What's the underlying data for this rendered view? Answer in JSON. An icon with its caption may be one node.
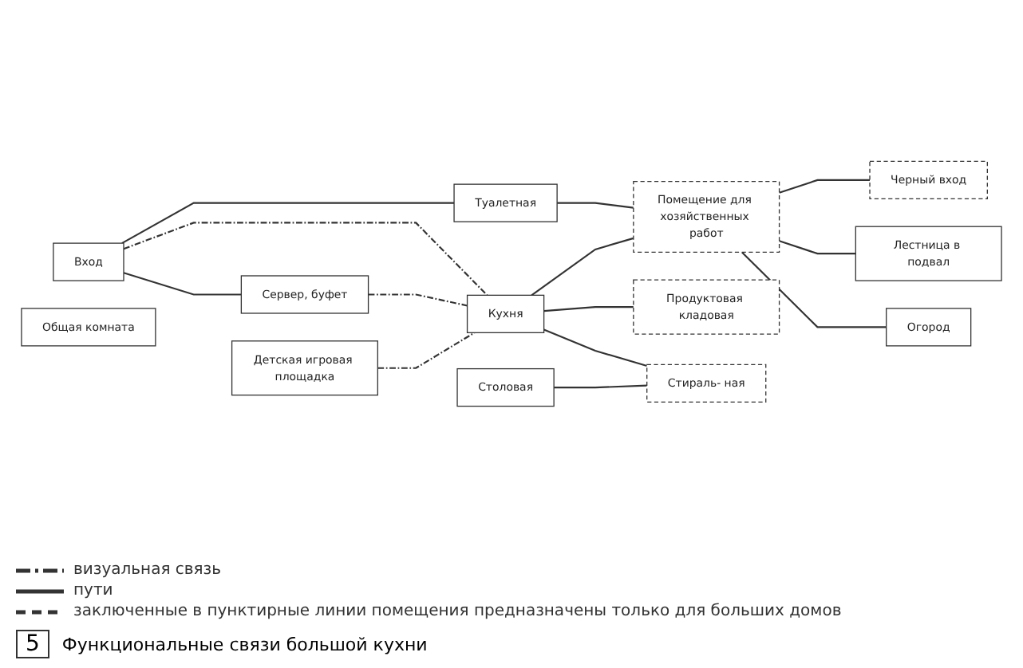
{
  "diagram": {
    "caption": "Функциональные связи большой кухни",
    "nodes": [
      {
        "text": [
          "Вход"
        ]
      },
      {
        "text": [
          "Туалетная"
        ]
      },
      {
        "text": [
          "Помещение для хозяйственных работ"
        ]
      },
      {
        "text": [
          "Черный вход"
        ]
      },
      {
        "text": [
          "Сервер, буфет"
        ]
      },
      {
        "text": [
          "Кухня"
        ]
      },
      {
        "text": [
          "Продуктовая кладовая"
        ]
      },
      {
        "text": [
          "Лестница в подвал"
        ]
      },
      {
        "text": [
          "Детская игровая площадка"
        ]
      },
      {
        "text": [
          "Столовая"
        ]
      },
      {
        "text": [
          "Общая комната"
        ]
      },
      {
        "text": [
          "Стираль- ная"
        ]
      },
      {
        "text": [
          "Огород"
        ]
      }
    ],
    "edges": [
      {
        "from": 0,
        "to": 1,
        "arrow": "none"
      },
      {
        "from": 0,
        "to": 4,
        "arrow": "none"
      },
      {
        "from": 0,
        "to": 5,
        "arrow": "none",
        "style": "dashed"
      },
      {
        "from": 4,
        "to": 5,
        "arrow": "none",
        "style": "dashed"
      },
      {
        "from": 8,
        "to": 5,
        "arrow": "none",
        "style": "dashed"
      },
      {
        "from": 1,
        "to": 2,
        "arrow": "none"
      },
      {
        "from": 5,
        "to": 2,
        "arrow": "none"
      },
      {
        "from": 5,
        "to": 6,
        "arrow": "none"
      },
      {
        "from": 5,
        "to": 11,
        "arrow": "none"
      },
      {
        "from": 9,
        "to": 11,
        "arrow": "none"
      },
      {
        "from": 2,
        "to": 3,
        "arrow": "none"
      },
      {
        "from": 2,
        "to": 7,
        "arrow": "none"
      },
      {
        "from": 2,
        "to": 12,
        "arrow": "none"
      }
    ],
    "labels": [
      "5"
    ],
    "legend": [
      {
        "text": "визуальная связь"
      },
      {
        "text": "пути"
      },
      {
        "text": "заключенные в пунктирные линии помещения предназначены только для больших домов"
      }
    ]
  }
}
